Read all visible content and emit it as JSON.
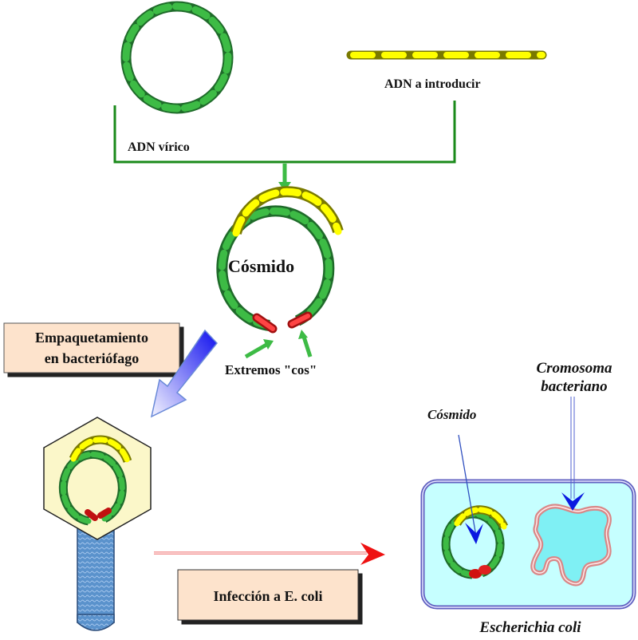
{
  "labels": {
    "viral_dna": "ADN vírico",
    "insert_dna": "ADN a introducir",
    "cosmid": "Cósmido",
    "cos_ends": "Extremos \"cos\"",
    "packaging_line1": "Empaquetamiento",
    "packaging_line2": "en bacteriófago",
    "infection": "Infección a E. coli",
    "cell_cosmid": "Cósmido",
    "chromosome_line1": "Cromosoma",
    "chromosome_line2": "bacteriano",
    "organism": "Escherichia coli"
  },
  "colors": {
    "dna_dark_green": "#1f6b2a",
    "dna_light_green": "#3dbb45",
    "insert_dark": "#7a7a00",
    "insert_yellow": "#ffff00",
    "cos_red": "#e01818",
    "connector_green": "#1a8a1a",
    "label_box_fill": "#fde3cc",
    "phage_head_fill": "#fbf7c9",
    "phage_tail": "#4a88c8",
    "cell_fill": "#c6ffff",
    "cell_border": "#6060c0",
    "chromosome_fill": "#7ff0f4",
    "chromosome_border": "#d88888",
    "pointer_blue": "#0a18e0",
    "infection_arrow_red": "#ee1111"
  }
}
